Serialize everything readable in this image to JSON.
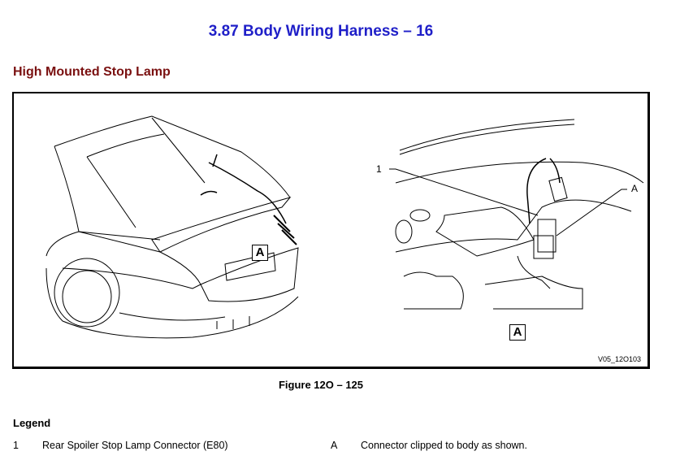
{
  "title": "3.87   Body Wiring Harness – 16",
  "heading": "High Mounted Stop Lamp",
  "figure": {
    "callout_1": "1",
    "callout_A": "A",
    "view_label_left": "A",
    "view_label_right": "A",
    "figure_id": "V05_12O103"
  },
  "caption": "Figure 12O – 125",
  "legend": {
    "heading": "Legend",
    "items": [
      {
        "key": "1",
        "text": "Rear Spoiler Stop Lamp Connector (E80)"
      },
      {
        "key": "A",
        "text": "Connector clipped to body as shown."
      }
    ]
  }
}
